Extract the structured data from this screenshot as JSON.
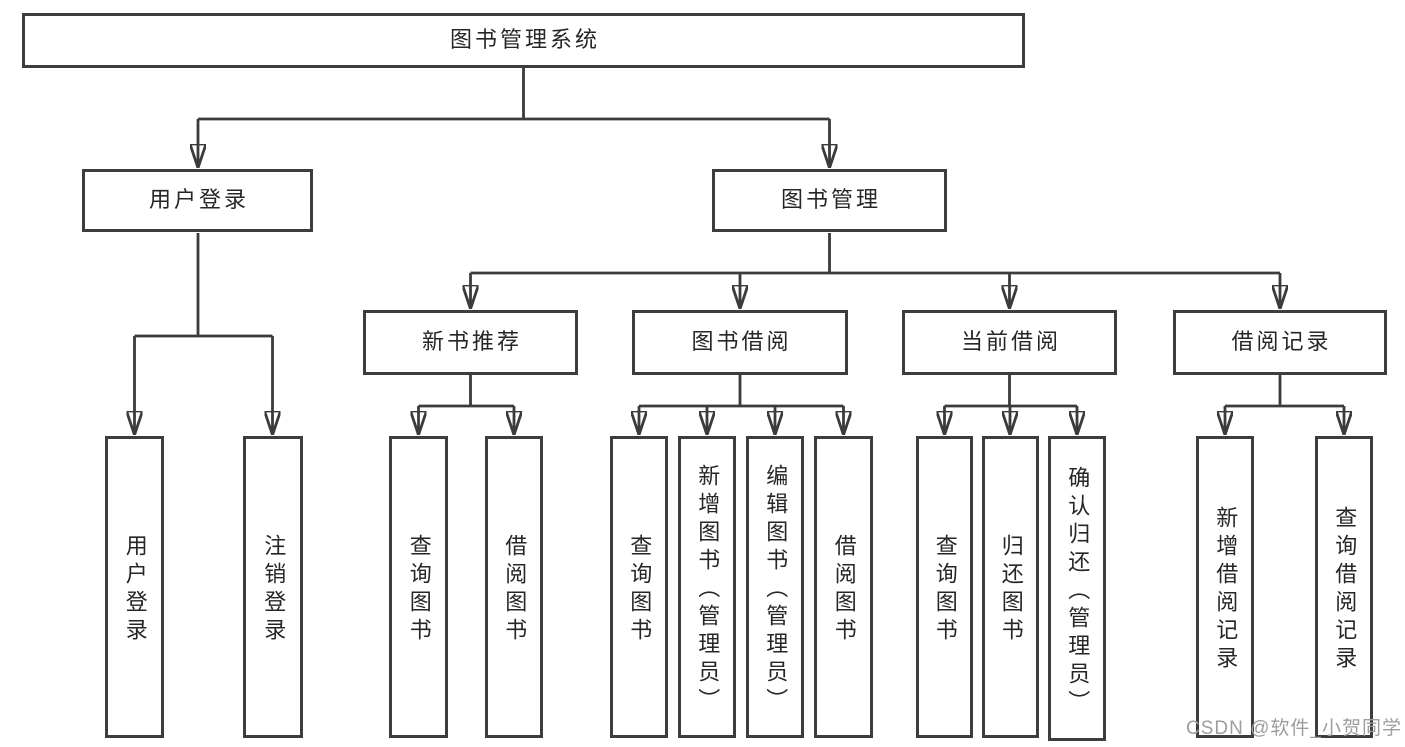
{
  "colors": {
    "background": "#ffffff",
    "line": "#3b3b3b",
    "box_border": "#3d3d3d",
    "box_background": "#ffffff",
    "text": "#262626",
    "watermark": "#9d9da2"
  },
  "tree": {
    "root": "图书管理系统",
    "level2": [
      {
        "id": "user-login",
        "label": "用户登录",
        "children": [
          "用户登录",
          "注销登录"
        ]
      },
      {
        "id": "book-management",
        "label": "图书管理"
      }
    ],
    "level3": [
      {
        "id": "new-book-recommend",
        "label": "新书推荐",
        "children": [
          "查询图书",
          "借阅图书"
        ]
      },
      {
        "id": "book-borrow",
        "label": "图书借阅",
        "children": [
          "查询图书",
          "新增图书（管理员）",
          "编辑图书（管理员）",
          "借阅图书"
        ]
      },
      {
        "id": "current-borrow",
        "label": "当前借阅",
        "children": [
          "查询图书",
          "归还图书",
          "确认归还（管理员）"
        ]
      },
      {
        "id": "borrow-record",
        "label": "借阅记录",
        "children": [
          "新增借阅记录",
          "查询借阅记录"
        ]
      }
    ]
  },
  "watermark": {
    "text": "CSDN @软件_小贺同学"
  }
}
